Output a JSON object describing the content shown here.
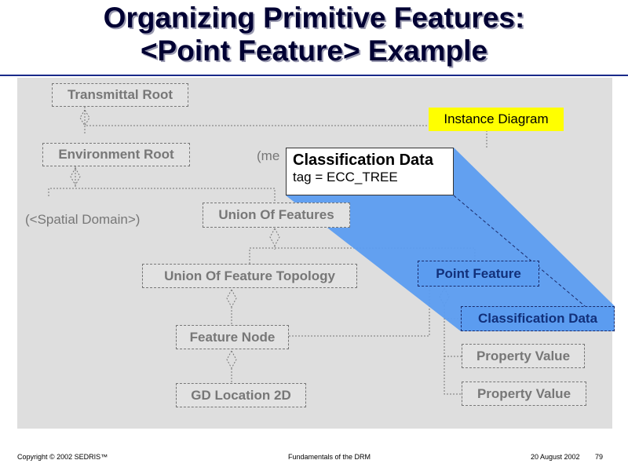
{
  "title": {
    "line1": "Organizing Primitive Features:",
    "line2": "<Point Feature> Example"
  },
  "legend": "Instance Diagram",
  "nodes": {
    "transmittal_root": "Transmittal Root",
    "environment_root": "Environment Root",
    "spatial_domain": "(<Spatial Domain>)",
    "metadata": "(me",
    "union_of_features": "Union Of Features",
    "union_of_feature_topology": "Union Of Feature Topology",
    "point_feature": "Point Feature",
    "feature_node": "Feature Node",
    "gd_location": "GD Location 2D",
    "classification_data": "Classification Data",
    "property_value_1": "Property Value",
    "property_value_2": "Property Value"
  },
  "callout": {
    "heading": "Classification Data",
    "value": "tag = ECC_TREE"
  },
  "footer": {
    "copyright": "Copyright © 2002 SEDRIS™",
    "course": "Fundamentals of the DRM",
    "date": "20 August 2002",
    "page": "79"
  },
  "colors": {
    "highlight": "#5b9cf0",
    "legend": "#ffff00",
    "title": "#000033"
  }
}
